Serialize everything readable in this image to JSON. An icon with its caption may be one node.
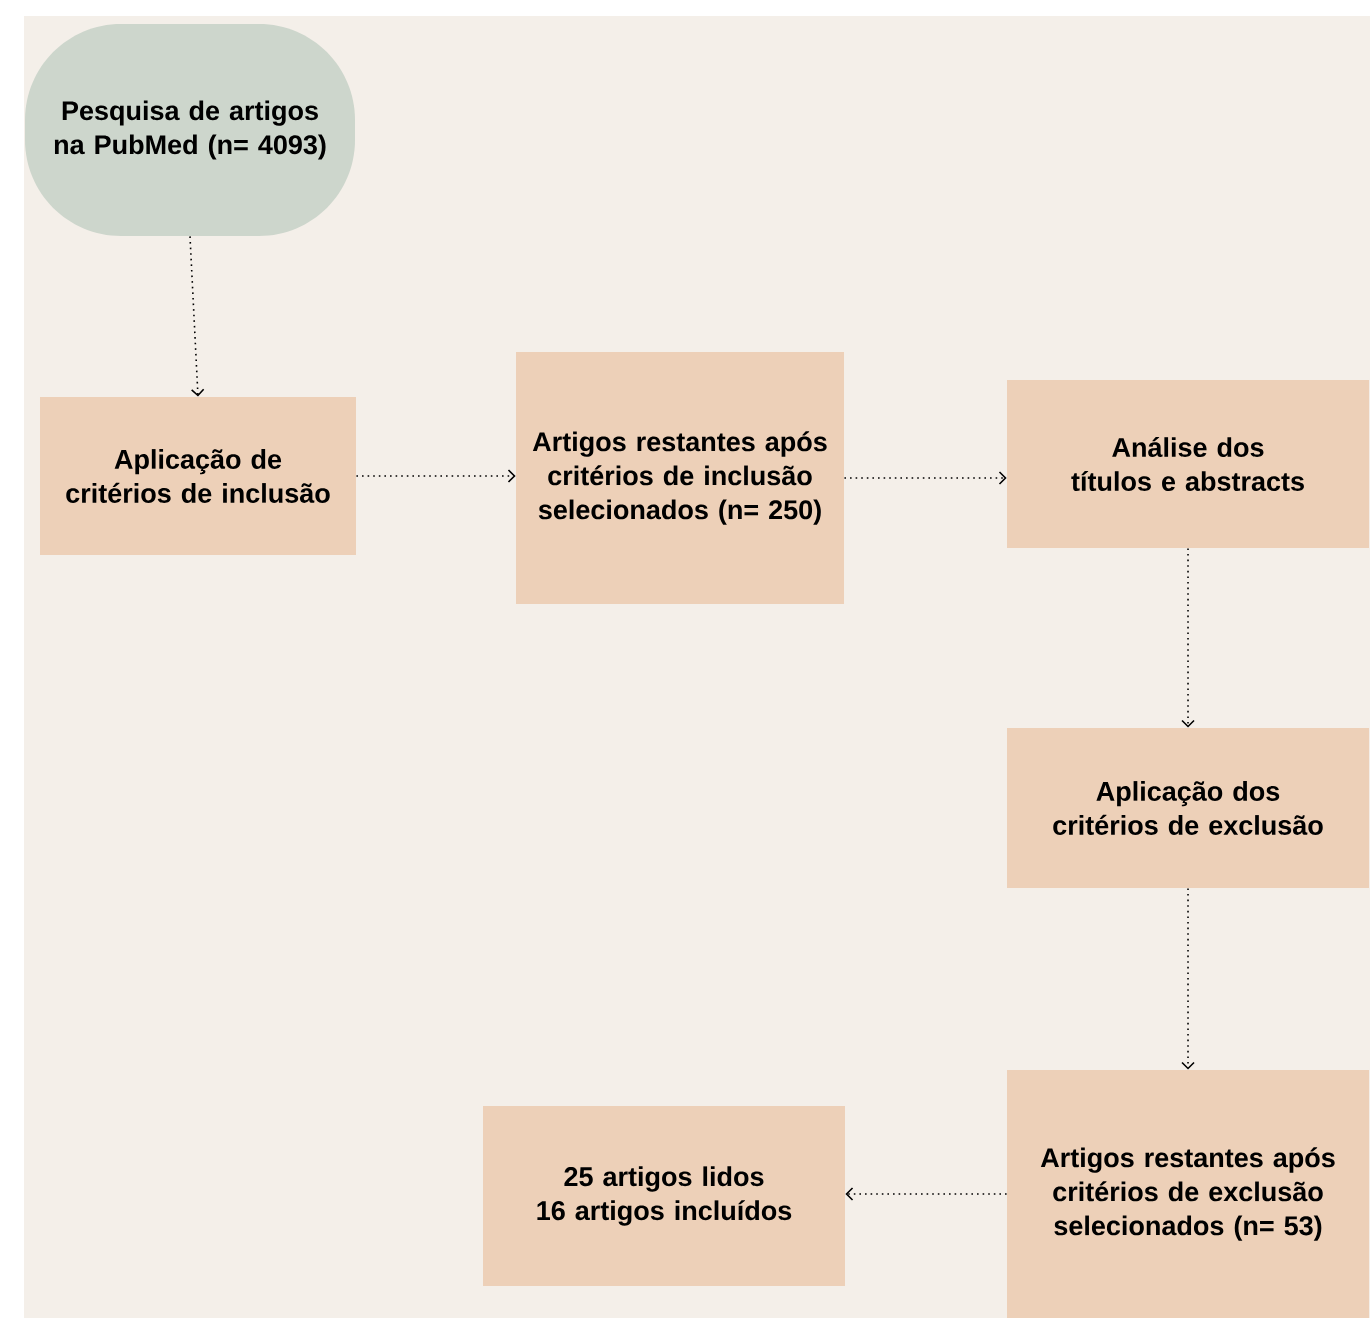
{
  "diagram": {
    "nodes": [
      {
        "text": [
          "Pesquisa de artigos na PubMed (n= 4093)"
        ]
      },
      {
        "text": [
          "Aplicação de critérios de inclusão"
        ]
      },
      {
        "text": [
          "Artigos restantes após critérios de inclusão selecionados (n= 250)"
        ]
      },
      {
        "text": [
          "Análise dos títulos e abstracts"
        ]
      },
      {
        "text": [
          "Aplicação dos critérios de exclusão"
        ]
      },
      {
        "text": [
          "Artigos restantes após critérios de exclusão selecionados (n= 53)"
        ]
      },
      {
        "text": [
          "25 artigos lidos",
          "16 artigos incluídos"
        ]
      }
    ],
    "edges": [
      {
        "from": 0,
        "to": 1,
        "arrow": "to"
      },
      {
        "from": 1,
        "to": 2,
        "arrow": "to"
      },
      {
        "from": 2,
        "to": 3,
        "arrow": "to"
      },
      {
        "from": 3,
        "to": 4,
        "arrow": "to"
      },
      {
        "from": 4,
        "to": 5,
        "arrow": "to"
      },
      {
        "from": 5,
        "to": 6,
        "arrow": "to"
      }
    ]
  }
}
